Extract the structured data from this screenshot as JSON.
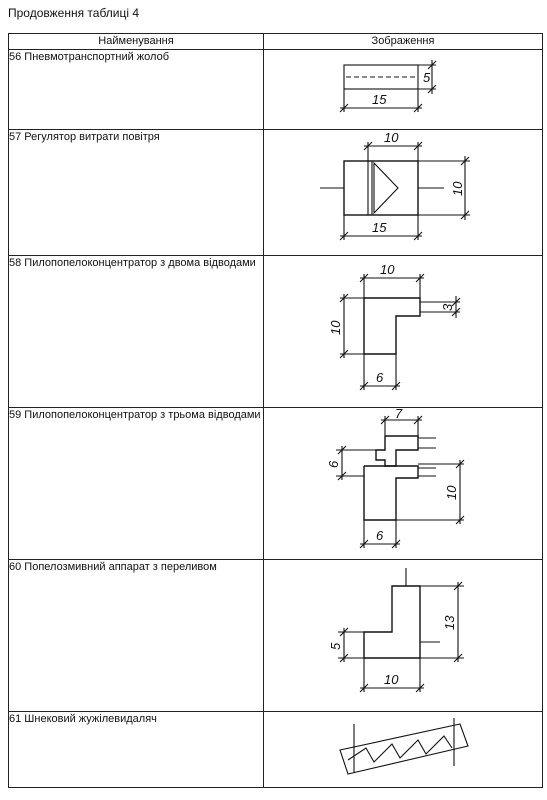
{
  "caption": "Продовження таблиці 4",
  "table": {
    "headers": [
      "Найменування",
      "Зображення"
    ],
    "rows": [
      {
        "name": "56 Пневмотранспортний жолоб",
        "dims": [
          "5",
          "15"
        ]
      },
      {
        "name": "57 Регулятор витрати повітря",
        "dims": [
          "10",
          "10",
          "15"
        ]
      },
      {
        "name": "58 Пилопопелоконцентратор з двома відводами",
        "dims": [
          "10",
          "10",
          "3",
          "6"
        ]
      },
      {
        "name": "59 Пилопопелоконцентратор з трьома відводами",
        "dims": [
          "7",
          "6",
          "10",
          "6"
        ]
      },
      {
        "name": "60 Попелозмивний аппарат з переливом",
        "dims": [
          "13",
          "5",
          "10"
        ]
      },
      {
        "name": "61 Шнековий жужілевидаляч",
        "dims": []
      }
    ]
  }
}
